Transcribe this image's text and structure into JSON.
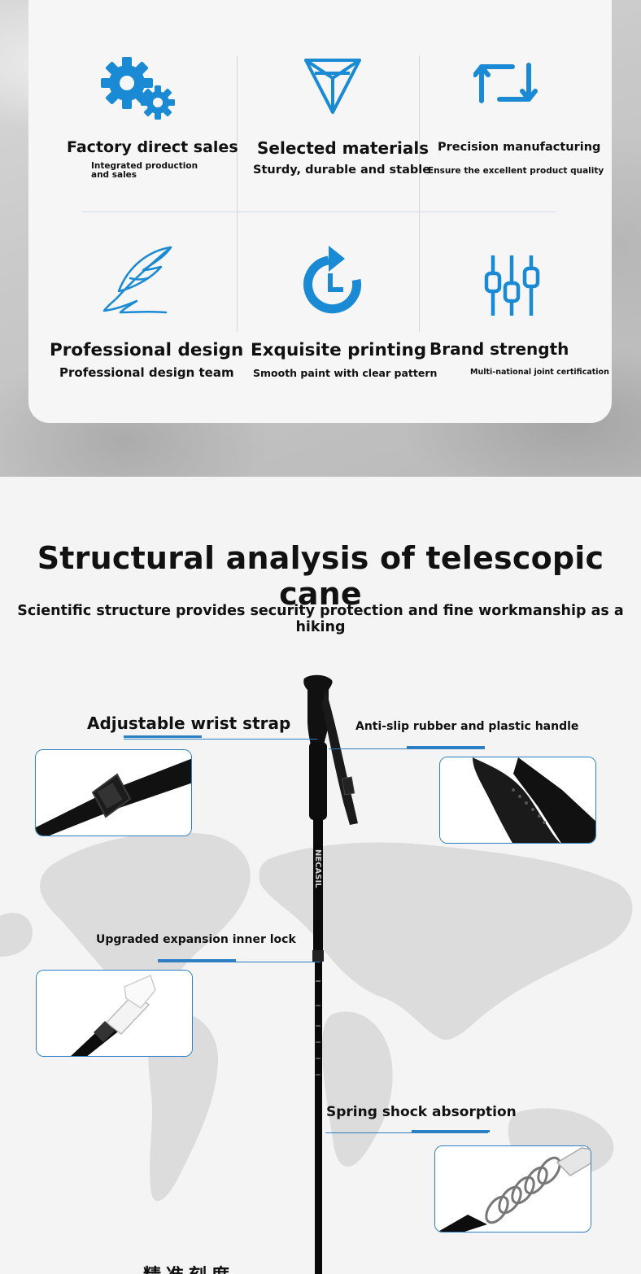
{
  "features": [
    {
      "title": "Factory direct sales",
      "subtitle": "Integrated production and sales",
      "icon": "gears-icon"
    },
    {
      "title": "Selected materials",
      "subtitle": "Sturdy, durable and stable",
      "icon": "diamond-icon"
    },
    {
      "title": "Precision manufacturing",
      "subtitle": "Ensure the excellent product quality",
      "icon": "exchange-arrows-icon"
    },
    {
      "title": "Professional design",
      "subtitle": "Professional design team",
      "icon": "feather-pen-icon"
    },
    {
      "title": "Exquisite printing",
      "subtitle": "Smooth paint with clear pattern",
      "icon": "clock-refresh-icon"
    },
    {
      "title": "Brand strength",
      "subtitle": "Multi-national joint certification",
      "icon": "sliders-icon"
    }
  ],
  "structure": {
    "title": "Structural analysis of telescopic cane",
    "subtitle": "Scientific structure provides security protection and fine workmanship as a hiking"
  },
  "callouts": {
    "wrist_strap": "Adjustable wrist strap",
    "handle": "Anti-slip rubber and plastic handle",
    "inner_lock": "Upgraded expansion inner lock",
    "spring": "Spring shock absorption"
  },
  "cane_brand": "NECASIL",
  "footer_text": "精准刻度",
  "colors": {
    "accent": "#1a8ad4",
    "callout_line": "#2b7fc2",
    "card_bg": "#f6f6f6"
  }
}
